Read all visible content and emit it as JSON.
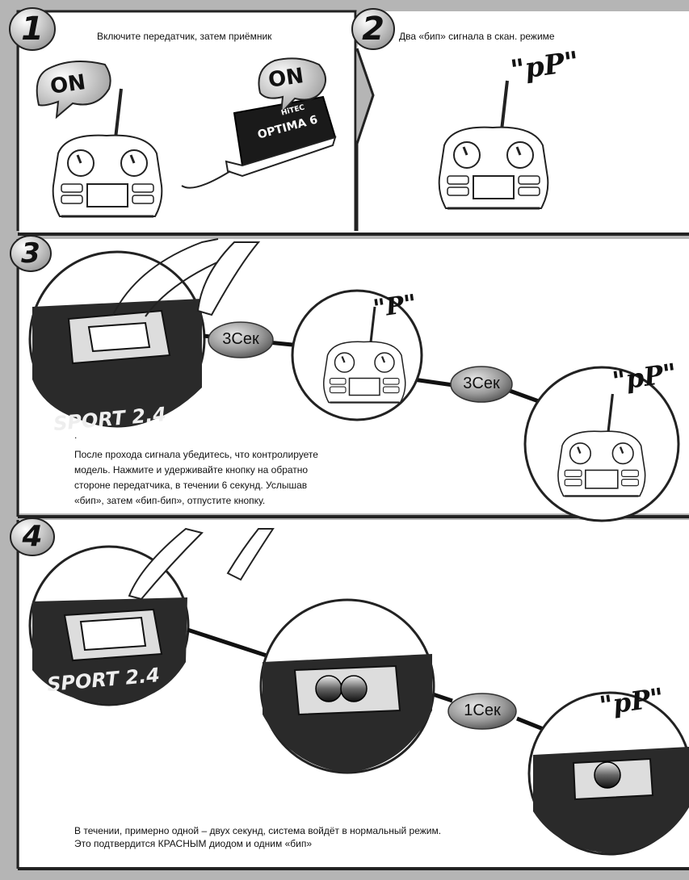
{
  "steps": [
    {
      "number": "1",
      "caption": "Включите передатчик, затем приёмник",
      "on_left": "ON",
      "on_right": "ON",
      "receiver_brand": "HiTEC",
      "receiver_model": "OPTIMA 6"
    },
    {
      "number": "2",
      "caption": "Два «бип» сигнала в скан. режиме",
      "beep": "\"pP\""
    },
    {
      "number": "3",
      "timer_1": "3Сек",
      "timer_2": "3Сек",
      "beep_1": "\"P\"",
      "beep_2": "\"pP\"",
      "dot": ".",
      "caption_lines": [
        "После прохода сигнала убедитесь, что контролируете",
        "модель. Нажмите и удерживайте кнопку на обратно",
        "стороне передатчика, в течении 6 секунд. Услышав",
        "«бип», затем «бип-бип», отпустите кнопку."
      ],
      "print_text": "SPORT 2.4"
    },
    {
      "number": "4",
      "timer_1": "1Сек",
      "beep": "\"pP\"",
      "caption_lines": [
        "В течении, примерно одной – двух секунд, система войдёт в нормальный режим.",
        "Это подтвердится КРАСНЫМ диодом и одним «бип»"
      ],
      "print_text": "SPORT 2.4"
    }
  ],
  "colors": {
    "frame": "#222222",
    "shade": "#b5b5b5",
    "pill": "#8c8c8c"
  }
}
